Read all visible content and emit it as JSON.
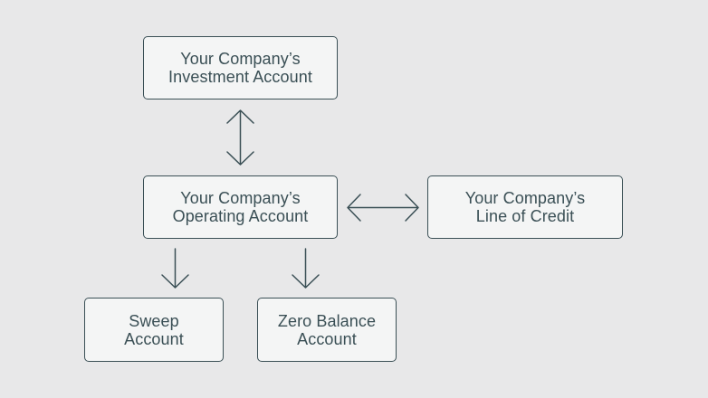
{
  "diagram": {
    "nodes": {
      "investment": {
        "line1": "Your Company’s",
        "line2": "Investment Account"
      },
      "operating": {
        "line1": "Your Company’s",
        "line2": "Operating Account"
      },
      "credit": {
        "line1": "Your Company’s",
        "line2": "Line of Credit"
      },
      "sweep": {
        "line1": "Sweep",
        "line2": "Account"
      },
      "zero_balance": {
        "line1": "Zero Balance",
        "line2": "Account"
      }
    },
    "edges": [
      {
        "from": "investment",
        "to": "operating",
        "direction": "both"
      },
      {
        "from": "operating",
        "to": "credit",
        "direction": "both"
      },
      {
        "from": "operating",
        "to": "sweep",
        "direction": "forward"
      },
      {
        "from": "operating",
        "to": "zero_balance",
        "direction": "forward"
      }
    ],
    "colors": {
      "background": "#e8e8e9",
      "box_fill": "#f4f5f5",
      "stroke": "#3a4f55",
      "text": "#3a4f55"
    }
  }
}
